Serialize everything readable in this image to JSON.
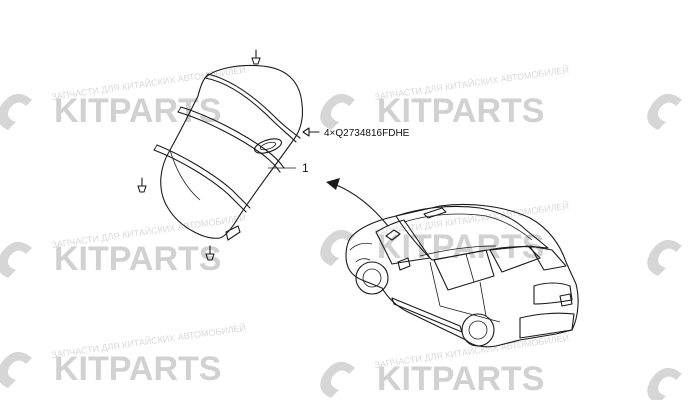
{
  "watermark": {
    "brand": "KITPARTS",
    "tagline": "ЗАПЧАСТИ ДЛЯ КИТАЙСКИХ АВТОМОБИЛЕЙ",
    "color": "#c9c9c9"
  },
  "diagram": {
    "part_callout_number": "1",
    "fastener_label": "4×Q2734816FDHE"
  }
}
